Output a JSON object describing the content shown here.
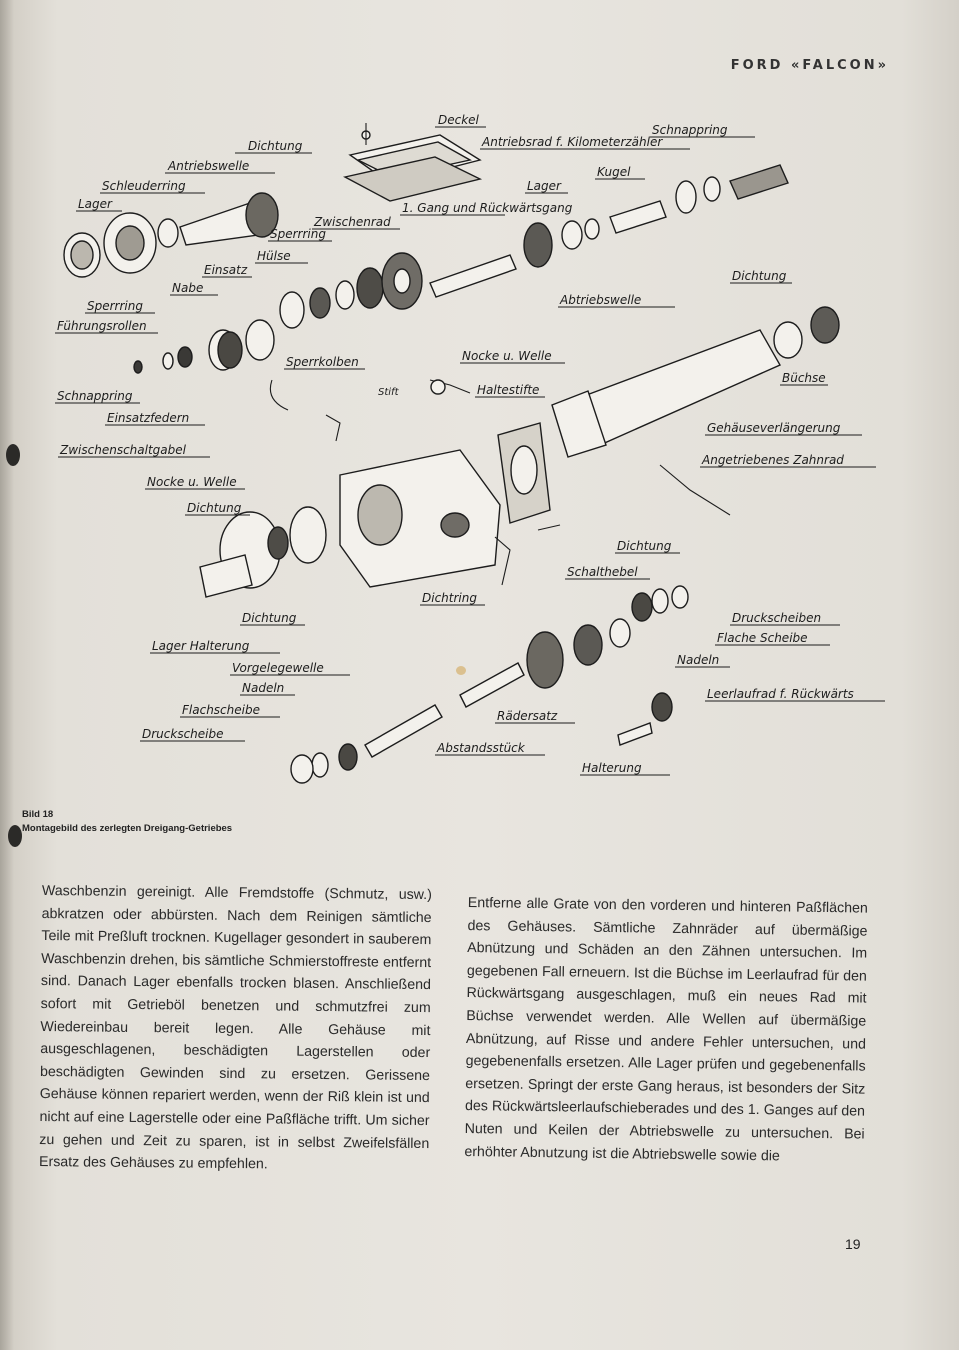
{
  "header": {
    "title": "FORD «FALCON»"
  },
  "figure": {
    "number": "Bild 18",
    "caption": "Montagebild des zerlegten Dreigang-Getriebes",
    "labels": {
      "dichtung_top": "Dichtung",
      "antriebswelle": "Antriebswelle",
      "schleuderring": "Schleuderring",
      "lager_left": "Lager",
      "deckel": "Deckel",
      "antriebsrad": "Antriebsrad f. Kilometerzähler",
      "schnappring_top": "Schnappring",
      "kugel": "Kugel",
      "lager_right": "Lager",
      "gang": "1. Gang und Rückwärtsgang",
      "zwischenrad": "Zwischenrad",
      "sperrring_mid": "Sperrring",
      "huelse": "Hülse",
      "einsatz": "Einsatz",
      "nabe": "Nabe",
      "sperrring_left": "Sperrring",
      "fuehrungsrollen": "Führungsrollen",
      "abtriebswelle": "Abtriebswelle",
      "dichtung_right": "Dichtung",
      "buechse": "Büchse",
      "sperrkolben": "Sperrkolben",
      "stift": "Stift",
      "nocke_welle_top": "Nocke u. Welle",
      "haltestifte": "Haltestifte",
      "schnappring_left": "Schnappring",
      "einsatzfedern": "Einsatzfedern",
      "zwischenschaltgabel": "Zwischenschaltgabel",
      "nocke_welle_left": "Nocke u. Welle",
      "dichtung_mid": "Dichtung",
      "gehaeuseverlaengerung": "Gehäuseverlängerung",
      "angetriebenes_zahnrad": "Angetriebenes Zahnrad",
      "dichtung_lower": "Dichtung",
      "schalthebel": "Schalthebel",
      "dichtring": "Dichtring",
      "dichtung_bottom": "Dichtung",
      "lager_halterung": "Lager Halterung",
      "vorgelegewelle": "Vorgelegewelle",
      "nadeln_left": "Nadeln",
      "flachscheibe": "Flachscheibe",
      "druckscheibe": "Druckscheibe",
      "druckscheiben": "Druckscheiben",
      "flache_scheibe": "Flache Scheibe",
      "nadeln_right": "Nadeln",
      "leerlaufrad": "Leerlaufrad f. Rückwärts",
      "raedersatz": "Rädersatz",
      "abstandsstueck": "Abstandsstück",
      "halterung": "Halterung"
    }
  },
  "body": {
    "left_column": "Waschbenzin gereinigt. Alle Fremdstoffe (Schmutz, usw.) abkratzen oder abbürsten. Nach dem Reinigen sämtliche Teile mit Preßluft trocknen. Kugellager gesondert in sauberem Waschbenzin drehen, bis sämtliche Schmierstoffreste entfernt sind. Danach Lager ebenfalls trocken blasen. Anschließend sofort mit Getrieböl benetzen und schmutzfrei zum Wiedereinbau bereit legen. Alle Gehäuse mit ausgeschlagenen, beschädigten Lagerstellen oder beschädigten Gewinden sind zu ersetzen. Gerissene Gehäuse können repariert werden, wenn der Riß klein ist und nicht auf eine Lagerstelle oder eine Paßfläche trifft. Um sicher zu gehen und Zeit zu sparen, ist in selbst Zweifelsfällen Ersatz des Gehäuses zu empfehlen.",
    "right_column": "Entferne alle Grate von den vorderen und hinteren Paßflächen des Gehäuses. Sämtliche Zahnräder auf übermäßige Abnützung und Schäden an den Zähnen untersuchen. Im gegebenen Fall erneuern. Ist die Büchse im Leerlaufrad für den Rückwärtsgang ausgeschlagen, muß ein neues Rad mit Büchse verwendet werden. Alle Wellen auf übermäßige Abnützung, auf Risse und andere Fehler untersuchen, und gegebenenfalls ersetzen. Alle Lager prüfen und gegebenenfalls ersetzen. Springt der erste Gang heraus, ist besonders der Sitz des Rückwärtsleerlaufschieberades und des 1. Ganges auf den Nuten und Keilen der Abtriebswelle zu untersuchen. Bei erhöhter Abnutzung ist die Abtriebswelle sowie die"
  },
  "page_number": "19"
}
